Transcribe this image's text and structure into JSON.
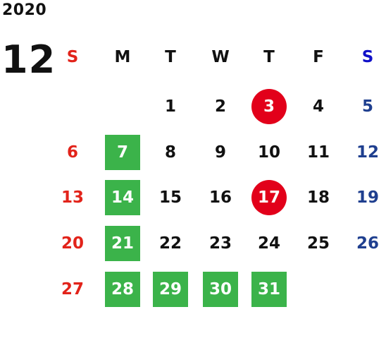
{
  "calendar": {
    "year": "2020",
    "month": "12",
    "weekdays": [
      "S",
      "M",
      "T",
      "W",
      "T",
      "F",
      "S"
    ],
    "colors": {
      "sunday": "#e2231a",
      "saturday_text": "#1f3f8f",
      "saturday_header": "#1010c8",
      "green_highlight": "#3bb34a",
      "red_highlight": "#e2001a"
    },
    "weeks": [
      [
        null,
        null,
        "1",
        "2",
        "3",
        "4",
        "5"
      ],
      [
        "6",
        "7",
        "8",
        "9",
        "10",
        "11",
        "12"
      ],
      [
        "13",
        "14",
        "15",
        "16",
        "17",
        "18",
        "19"
      ],
      [
        "20",
        "21",
        "22",
        "23",
        "24",
        "25",
        "26"
      ],
      [
        "27",
        "28",
        "29",
        "30",
        "31",
        null,
        null
      ]
    ],
    "highlights": {
      "green": [
        "7",
        "14",
        "21",
        "28",
        "29",
        "30",
        "31"
      ],
      "red": [
        "3",
        "17"
      ]
    }
  }
}
